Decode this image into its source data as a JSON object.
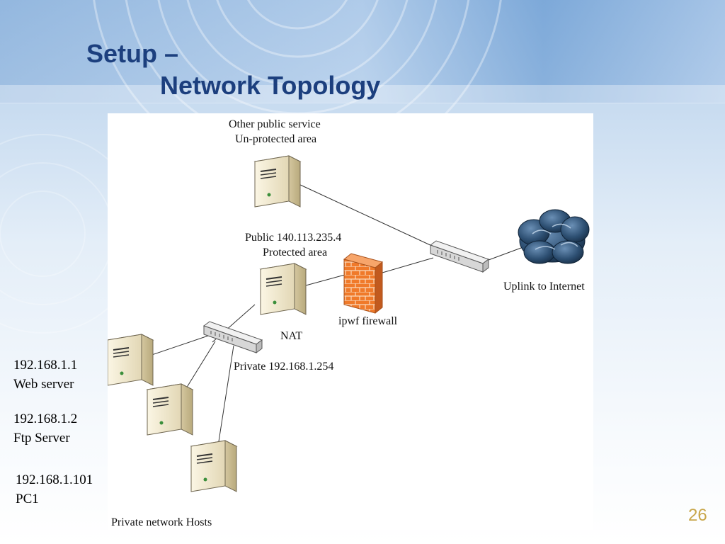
{
  "slide": {
    "title_line1": "Setup –",
    "title_line2": "Network Topology",
    "page_number": "26",
    "colors": {
      "title": "#1c3f7e",
      "page_number": "#c8a64a",
      "firewall": "#f07a2a",
      "cloud": "#2d4f72"
    }
  },
  "diagram": {
    "labels": {
      "other_public_service": "Other public service",
      "unprotected_area": "Un-protected area",
      "public_ip": "Public 140.113.235.4",
      "protected_area": "Protected area",
      "uplink": "Uplink to Internet",
      "firewall": "ipwf firewall",
      "nat": "NAT",
      "private_gateway": "Private 192.168.1.254",
      "private_hosts": "Private network Hosts"
    },
    "hosts": [
      {
        "ip": "192.168.1.1",
        "role": "Web server"
      },
      {
        "ip": "192.168.1.2",
        "role": "Ftp Server"
      },
      {
        "ip": "192.168.1.101",
        "role": "PC1"
      }
    ],
    "icons": [
      "server-icon",
      "switch-icon",
      "firewall-icon",
      "cloud-icon"
    ]
  }
}
